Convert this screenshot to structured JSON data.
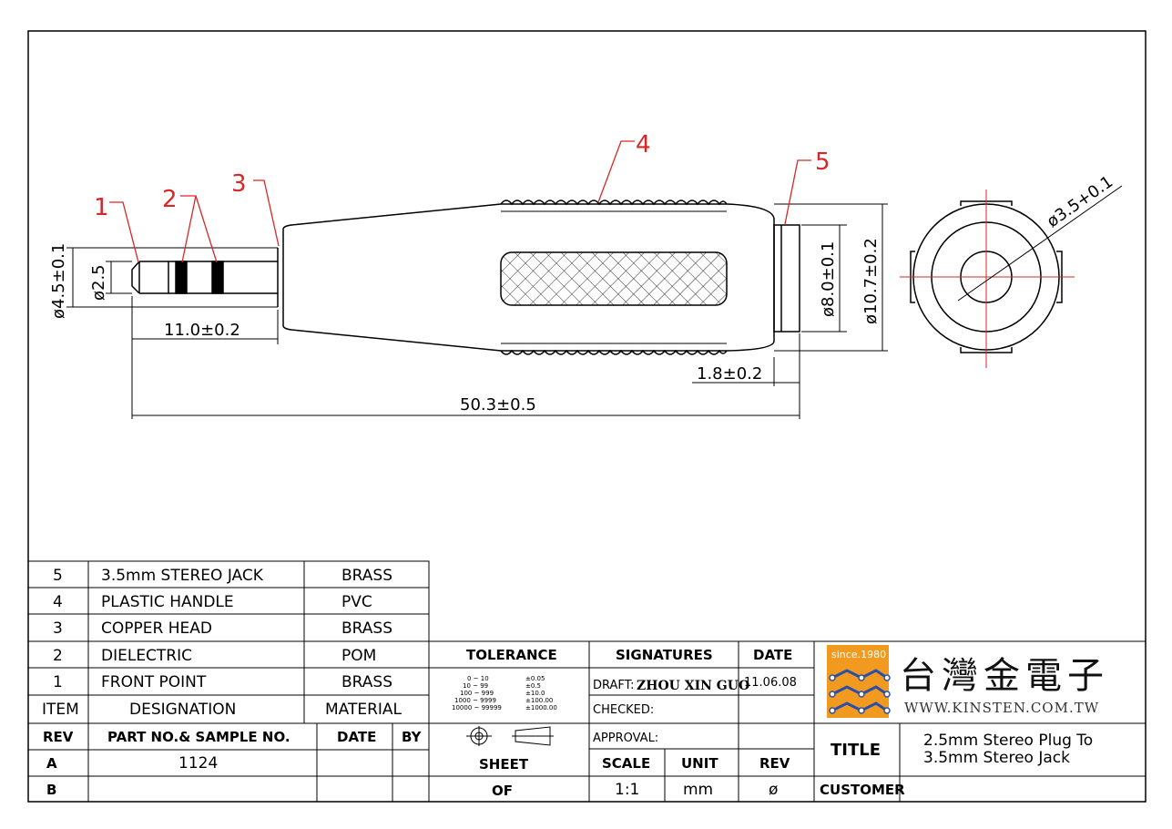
{
  "callouts": [
    "1",
    "2",
    "3",
    "4",
    "5"
  ],
  "dimensions": {
    "plug_outer_dia": "ø4.5±0.1",
    "plug_dia": "ø2.5",
    "plug_length": "11.0±0.2",
    "overall_length": "50.3±0.5",
    "jack_face": "1.8±0.2",
    "jack_inner_dia": "ø8.0±0.1",
    "body_dia": "ø10.7±0.2",
    "hole_dia": "ø3.5+0.1"
  },
  "bom": {
    "rows": [
      {
        "item": "5",
        "designation": "3.5mm  STEREO  JACK",
        "material": "BRASS"
      },
      {
        "item": "4",
        "designation": "PLASTIC  HANDLE",
        "material": "PVC"
      },
      {
        "item": "3",
        "designation": "COPPER  HEAD",
        "material": "BRASS"
      },
      {
        "item": "2",
        "designation": "DIELECTRIC",
        "material": "POM"
      },
      {
        "item": "1",
        "designation": "FRONT  POINT",
        "material": "BRASS"
      }
    ],
    "header": {
      "item": "ITEM",
      "designation": "DESIGNATION",
      "material": "MATERIAL"
    }
  },
  "rev_table": {
    "headers": [
      "REV",
      "PART NO.& SAMPLE NO.",
      "DATE",
      "BY"
    ],
    "rows": [
      {
        "rev": "A",
        "part": "1124"
      },
      {
        "rev": "B",
        "part": ""
      }
    ]
  },
  "tolerance": {
    "title": "TOLERANCE",
    "ranges": [
      "0 ~ 10",
      "10 ~ 99",
      "100 ~ 999",
      "1000 ~ 9999",
      "10000 ~ 99999"
    ],
    "values": [
      "±0.05",
      "±0.5",
      "±10.0",
      "±100.00",
      "±1000.00"
    ]
  },
  "signatures": {
    "title": "SIGNATURES",
    "draft_label": "DRAFT:",
    "draft_name": "ZHOU XIN GUO",
    "checked_label": "CHECKED:",
    "approval_label": "APPROVAL:"
  },
  "date": {
    "title": "DATE",
    "value": "11.06.08"
  },
  "sheet": {
    "sheet_label": "SHEET",
    "of_label": "OF"
  },
  "scale": {
    "scale_label": "SCALE",
    "scale_value": "1:1",
    "unit_label": "UNIT",
    "unit_value": "mm",
    "rev_label": "REV",
    "rev_value": "ø"
  },
  "company": {
    "since": "since.1980",
    "name_cn": "台灣金電子",
    "url": "WWW.KINSTEN.COM.TW"
  },
  "title_block": {
    "title_label": "TITLE",
    "title_line1": "2.5mm  Stereo  Plug  To",
    "title_line2": "3.5mm  Stereo  Jack",
    "customer_label": "CUSTOMER"
  },
  "colors": {
    "callout": "#d62828",
    "logo_bg": "#f29a1f",
    "logo_blue": "#2b4fa8"
  }
}
